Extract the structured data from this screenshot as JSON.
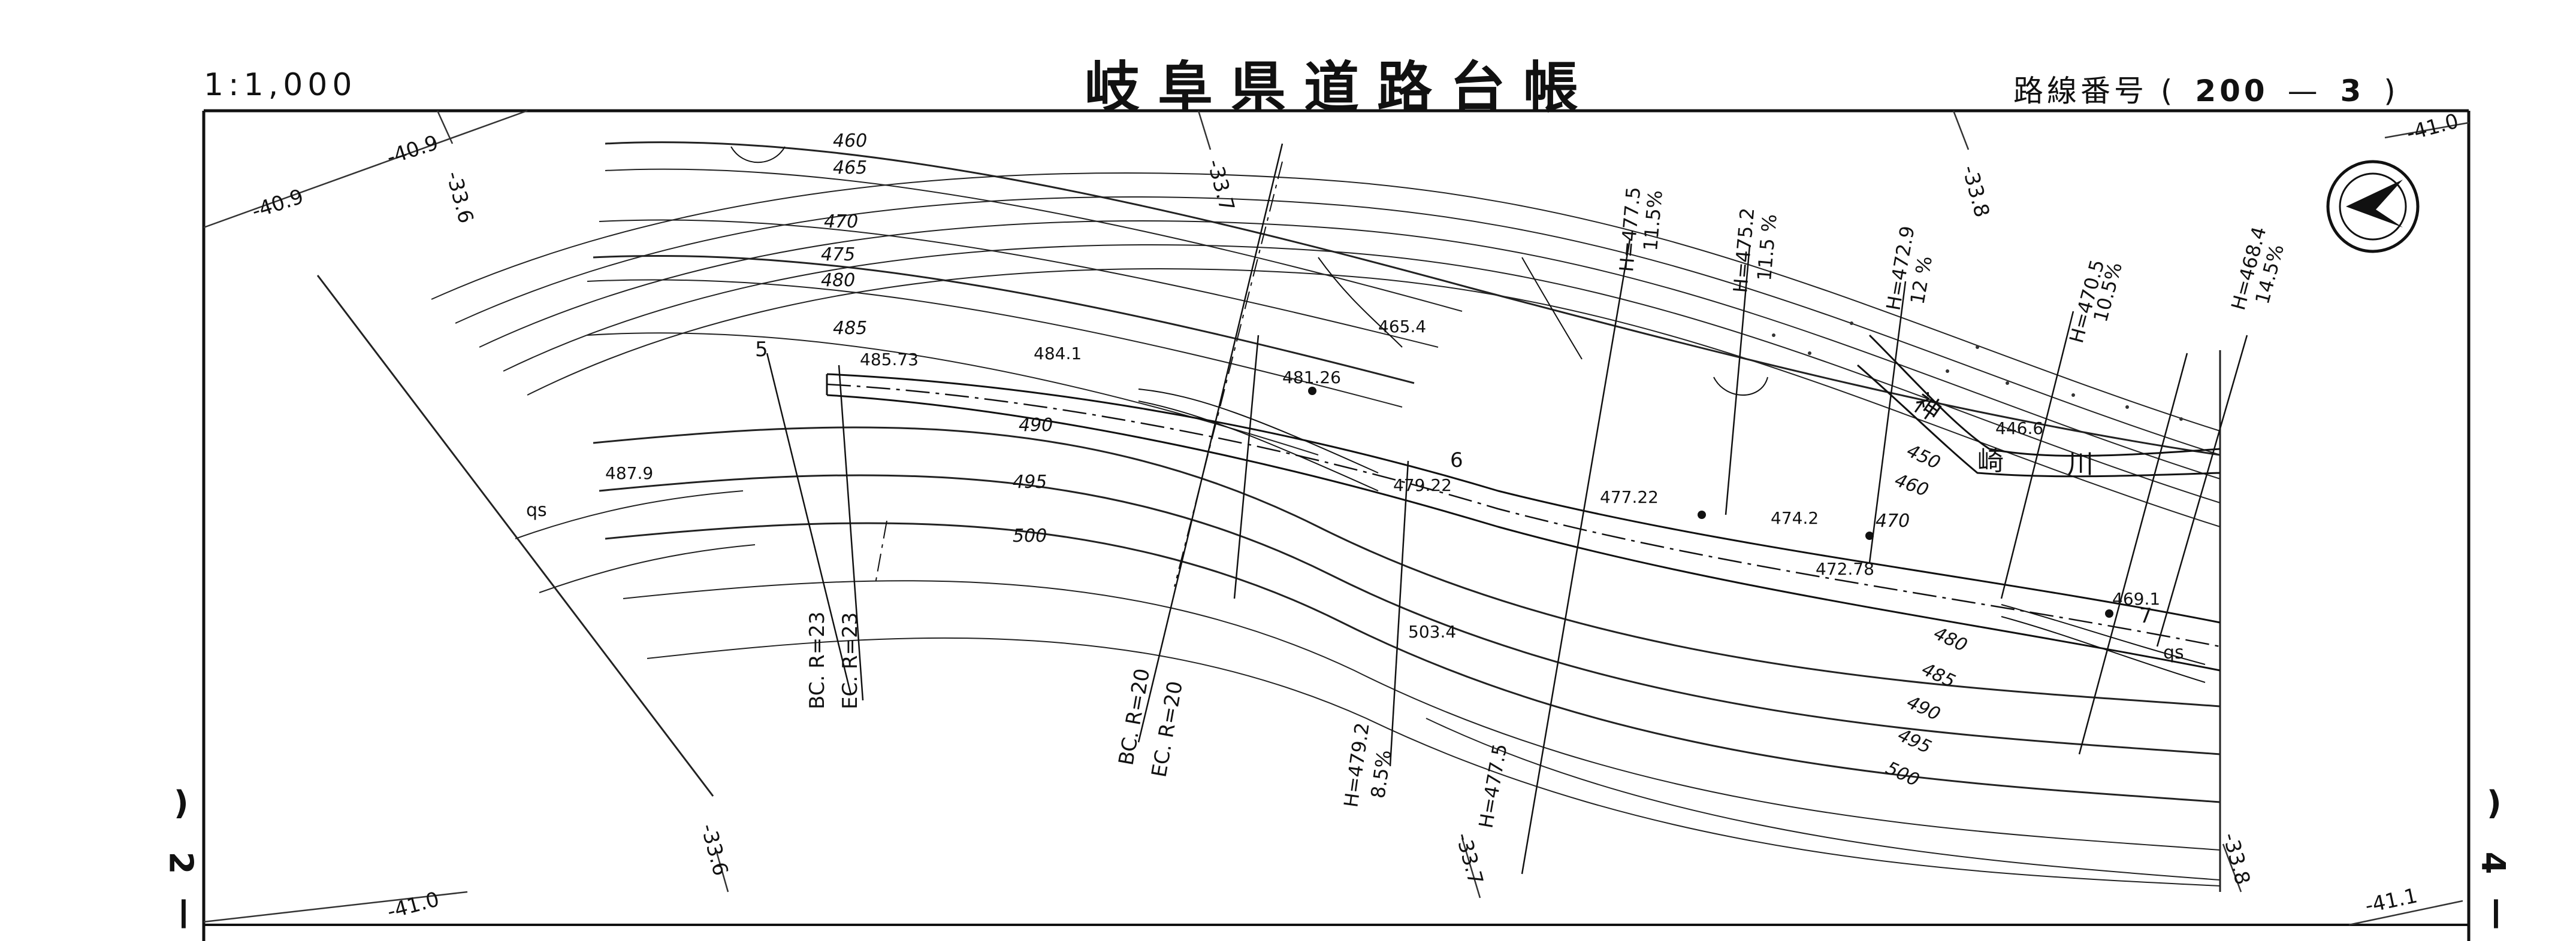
{
  "header": {
    "scale": "1:1,000",
    "title": "岐阜県道路台帳",
    "route_label": "路線番号",
    "route_open": "(",
    "route_number": "200",
    "route_dash": "—",
    "route_sheet": "3",
    "route_close": ")"
  },
  "side_marks": {
    "left_paren": ")",
    "left_number": "2",
    "left_dash": "—",
    "right_paren": ")",
    "right_number": "4",
    "right_dash": "—"
  },
  "grid_labels": {
    "tl_1": "-40.9",
    "tl_2": "-40.9",
    "tl_3": "-33.6",
    "top_1": "-33.7",
    "top_2": "-33.8",
    "tr_1": "-41.0",
    "bl_1": "-41.0",
    "bl_2": "-33.6",
    "bottom_1": "-33.7",
    "bottom_2": "-33.8",
    "br_1": "-41.1"
  },
  "contours": [
    "460",
    "465",
    "470",
    "475",
    "480",
    "485",
    "490",
    "495",
    "500"
  ],
  "contours_right": [
    "450",
    "460",
    "470",
    "480",
    "485",
    "490",
    "495",
    "500"
  ],
  "spot_heights": {
    "s1": "485.73",
    "s2": "484.1",
    "s3": "481.26",
    "s4": "465.4",
    "s5": "487.9",
    "s6": "479.22",
    "s7": "477.22",
    "s8": "474.2",
    "s9": "472.78",
    "s10": "446.6",
    "s11": "469.1",
    "s12": "503.4"
  },
  "stations": {
    "st5": "5",
    "st6": "6",
    "st7": "7"
  },
  "curves": {
    "bc1": "BC. R=23",
    "ec1": "EC. R=23",
    "bc2": "BC. R=20",
    "ec2": "EC. R=20"
  },
  "gradients": {
    "g1_h": "H=477.5",
    "g1_p": "11.5%",
    "g2_h": "H=475.2",
    "g2_p": "11.5 %",
    "g3_h": "H=472.9",
    "g3_p": "12 %",
    "g4_h": "H=470.5",
    "g4_p": "10.5%",
    "g5_h": "H=468.4",
    "g5_p": "14.5%",
    "g6_h": "H=479.2",
    "g6_p": "8.5%",
    "g7_h": "H=477.5"
  },
  "river": {
    "c1": "神",
    "c2": "崎",
    "c3": "川"
  },
  "marks": {
    "qs1": "qs",
    "qs2": "qs"
  }
}
